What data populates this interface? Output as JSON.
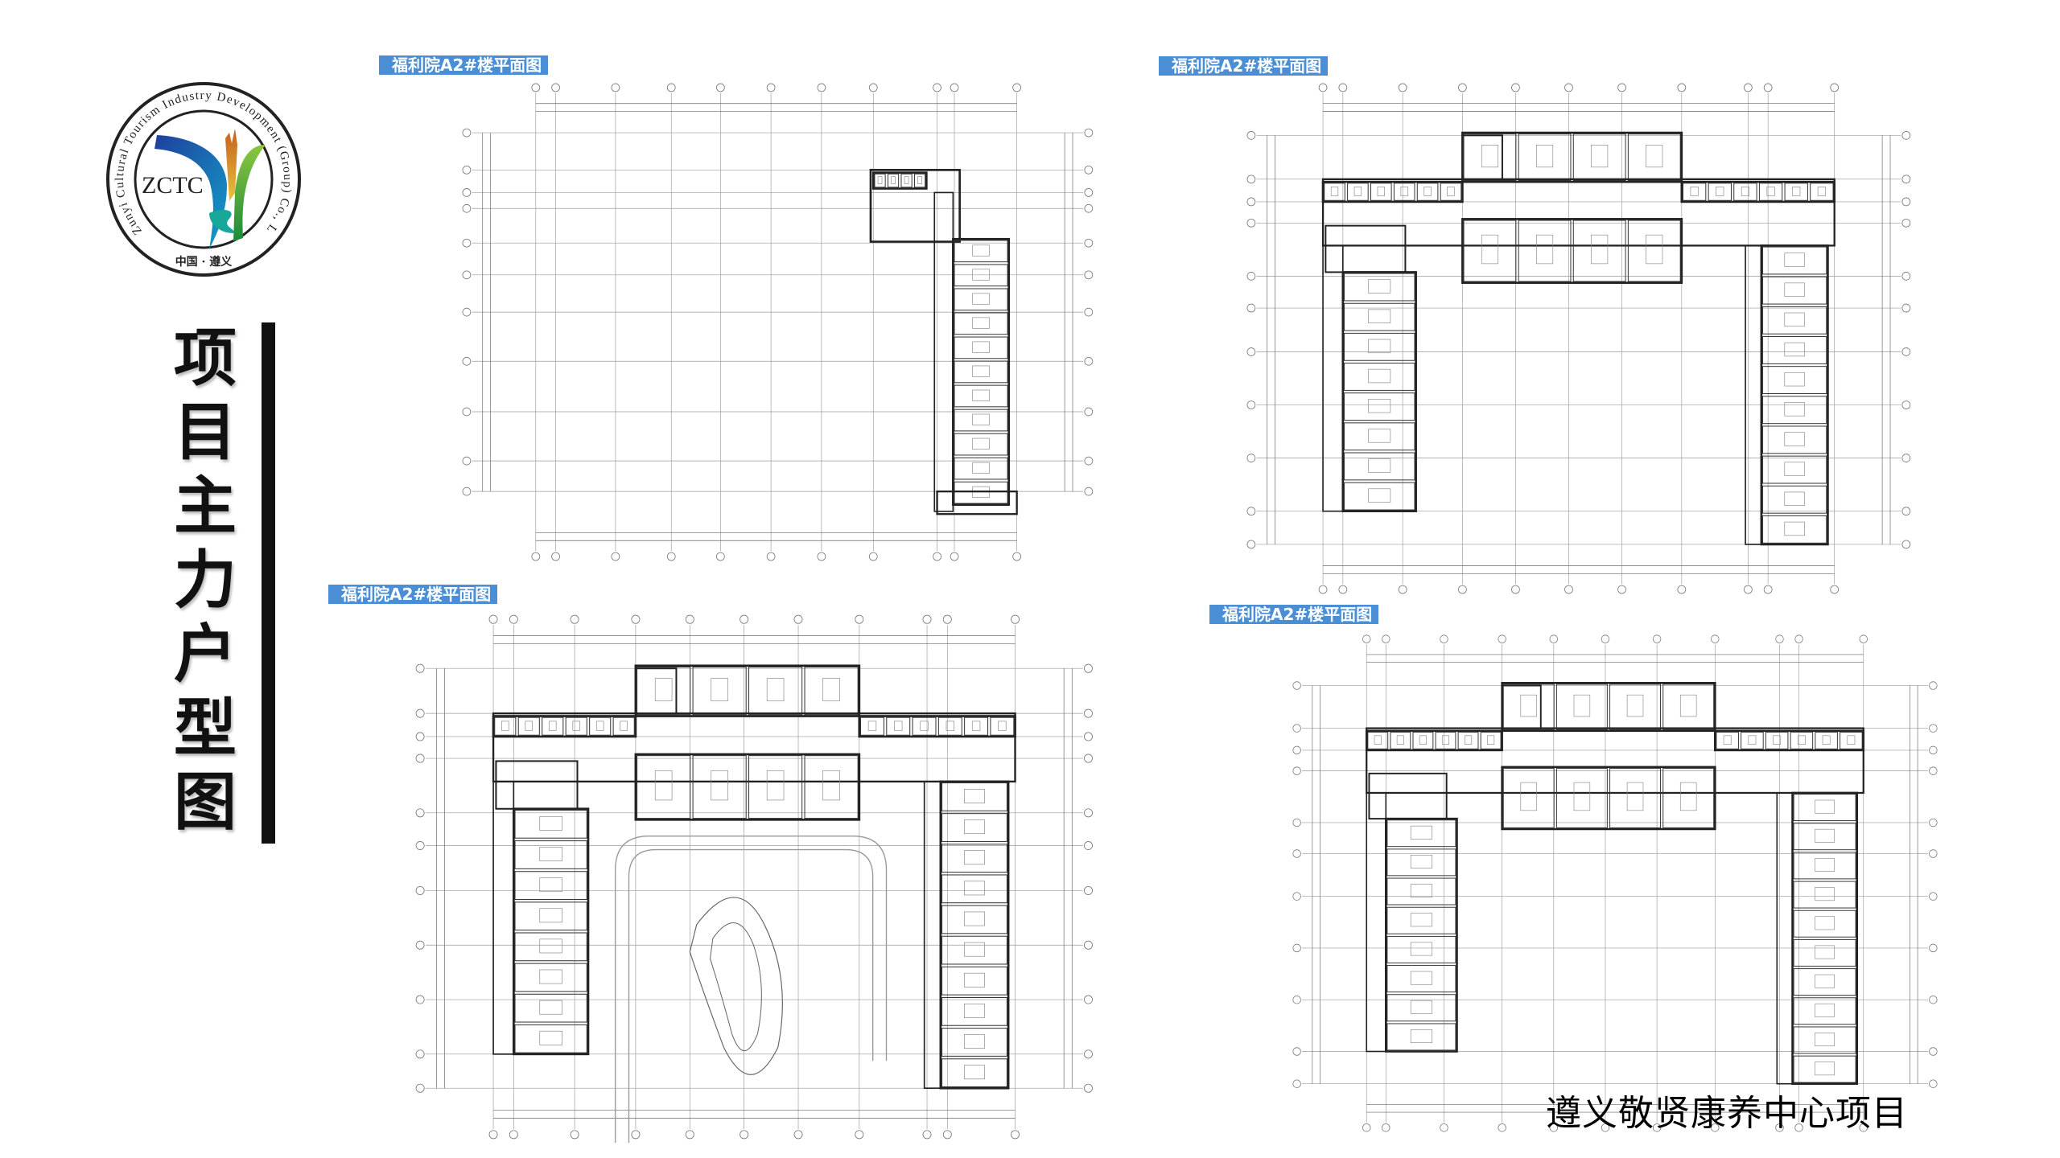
{
  "logo": {
    "abbr": "ZCTC",
    "ring_text": "Zunyi Cultural Tourism Industry Development (Group) Co., Ltd.",
    "location": "中国 · 遵义",
    "colors": {
      "blue": "#1f4fa8",
      "cyan": "#1a9ad6",
      "green": "#2e9a3c",
      "orange": "#d4822a"
    }
  },
  "side_title": [
    "项",
    "目",
    "主",
    "力",
    "户",
    "型",
    "图"
  ],
  "plans": [
    {
      "label": "福利院A2#楼平面图"
    },
    {
      "label": "福利院A2#楼平面图"
    },
    {
      "label": "福利院A2#楼平面图"
    },
    {
      "label": "福利院A2#楼平面图"
    }
  ],
  "footer_title": "遵义敬贤康养中心项目",
  "colors": {
    "label_bg": "#4a8fd6",
    "wall": "#222222",
    "grid": "#9a9a9a"
  }
}
